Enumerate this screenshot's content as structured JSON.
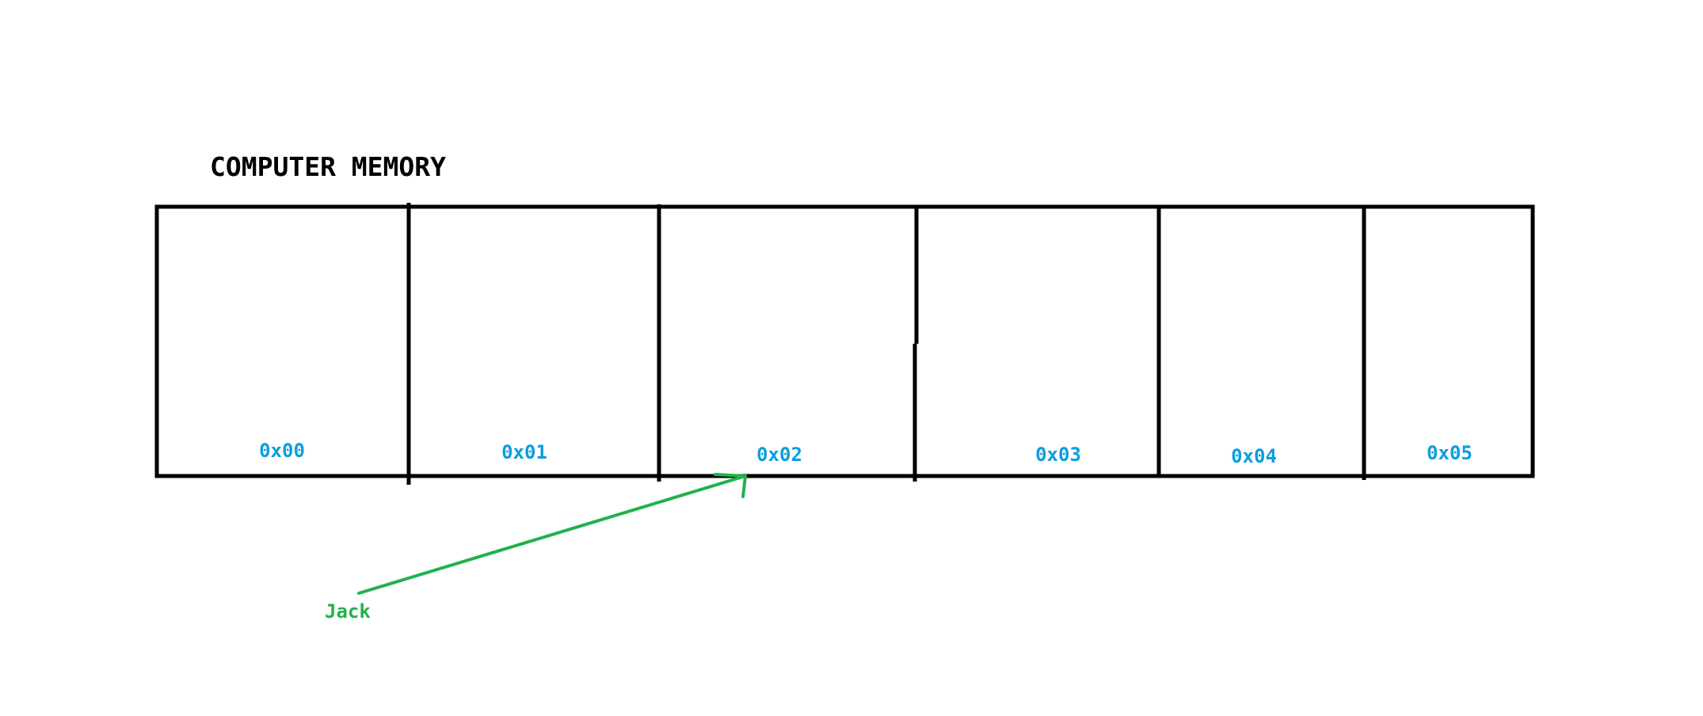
{
  "diagram": {
    "title": "COMPUTER MEMORY",
    "cells": [
      {
        "address": "0x00"
      },
      {
        "address": "0x01"
      },
      {
        "address": "0x02"
      },
      {
        "address": "0x03"
      },
      {
        "address": "0x04"
      },
      {
        "address": "0x05"
      }
    ],
    "pointer": {
      "label": "Jack",
      "target_address": "0x02"
    },
    "colors": {
      "outline": "#000000",
      "address": "#0b9de0",
      "pointer": "#22b14c"
    }
  }
}
